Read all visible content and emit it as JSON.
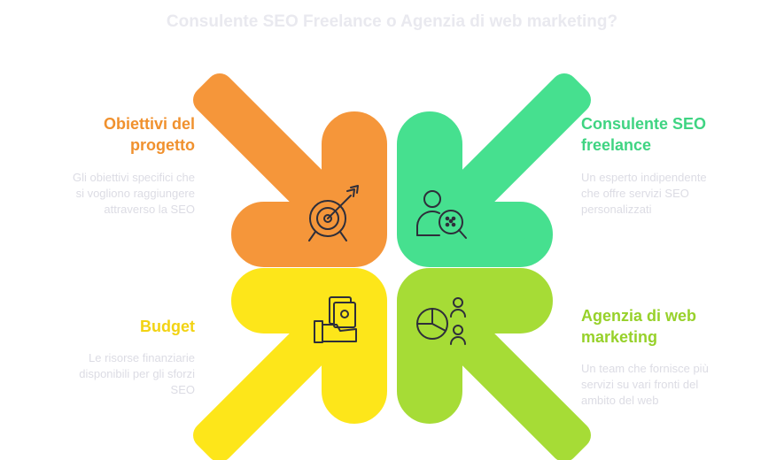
{
  "title": "Consulente SEO Freelance o Agenzia di web marketing?",
  "colors": {
    "orange": "#f5963a",
    "green": "#46e08f",
    "yellow": "#fde61a",
    "lime": "#a6dc36",
    "heading_orange": "#f0912e",
    "heading_green": "#3fd482",
    "heading_yellow": "#f2d313",
    "heading_lime": "#97d12a",
    "icon_stroke": "#2e2e3a",
    "description_text": "#dcdce4"
  },
  "quadrants": {
    "top_left": {
      "heading_line1": "Obiettivi del",
      "heading_line2": "progetto",
      "desc_line1": "Gli obiettivi specifici che",
      "desc_line2": "si vogliono raggiungere",
      "desc_line3": "attraverso la SEO",
      "icon": "target-arrow-icon"
    },
    "top_right": {
      "heading_line1": "Consulente SEO",
      "heading_line2": "freelance",
      "desc_line1": "Un esperto indipendente",
      "desc_line2": "che offre servizi SEO",
      "desc_line3": "personalizzati",
      "icon": "person-magnifier-icon"
    },
    "bottom_left": {
      "heading_line1": "Budget",
      "desc_line1": "Le risorse finanziarie",
      "desc_line2": "disponibili per gli sforzi",
      "desc_line3": "SEO",
      "icon": "hand-money-icon"
    },
    "bottom_right": {
      "heading_line1": "Agenzia di web",
      "heading_line2": "marketing",
      "desc_line1": "Un team che fornisce più",
      "desc_line2": "servizi su vari fronti del",
      "desc_line3": "ambito del web",
      "icon": "pie-chart-team-icon"
    }
  }
}
